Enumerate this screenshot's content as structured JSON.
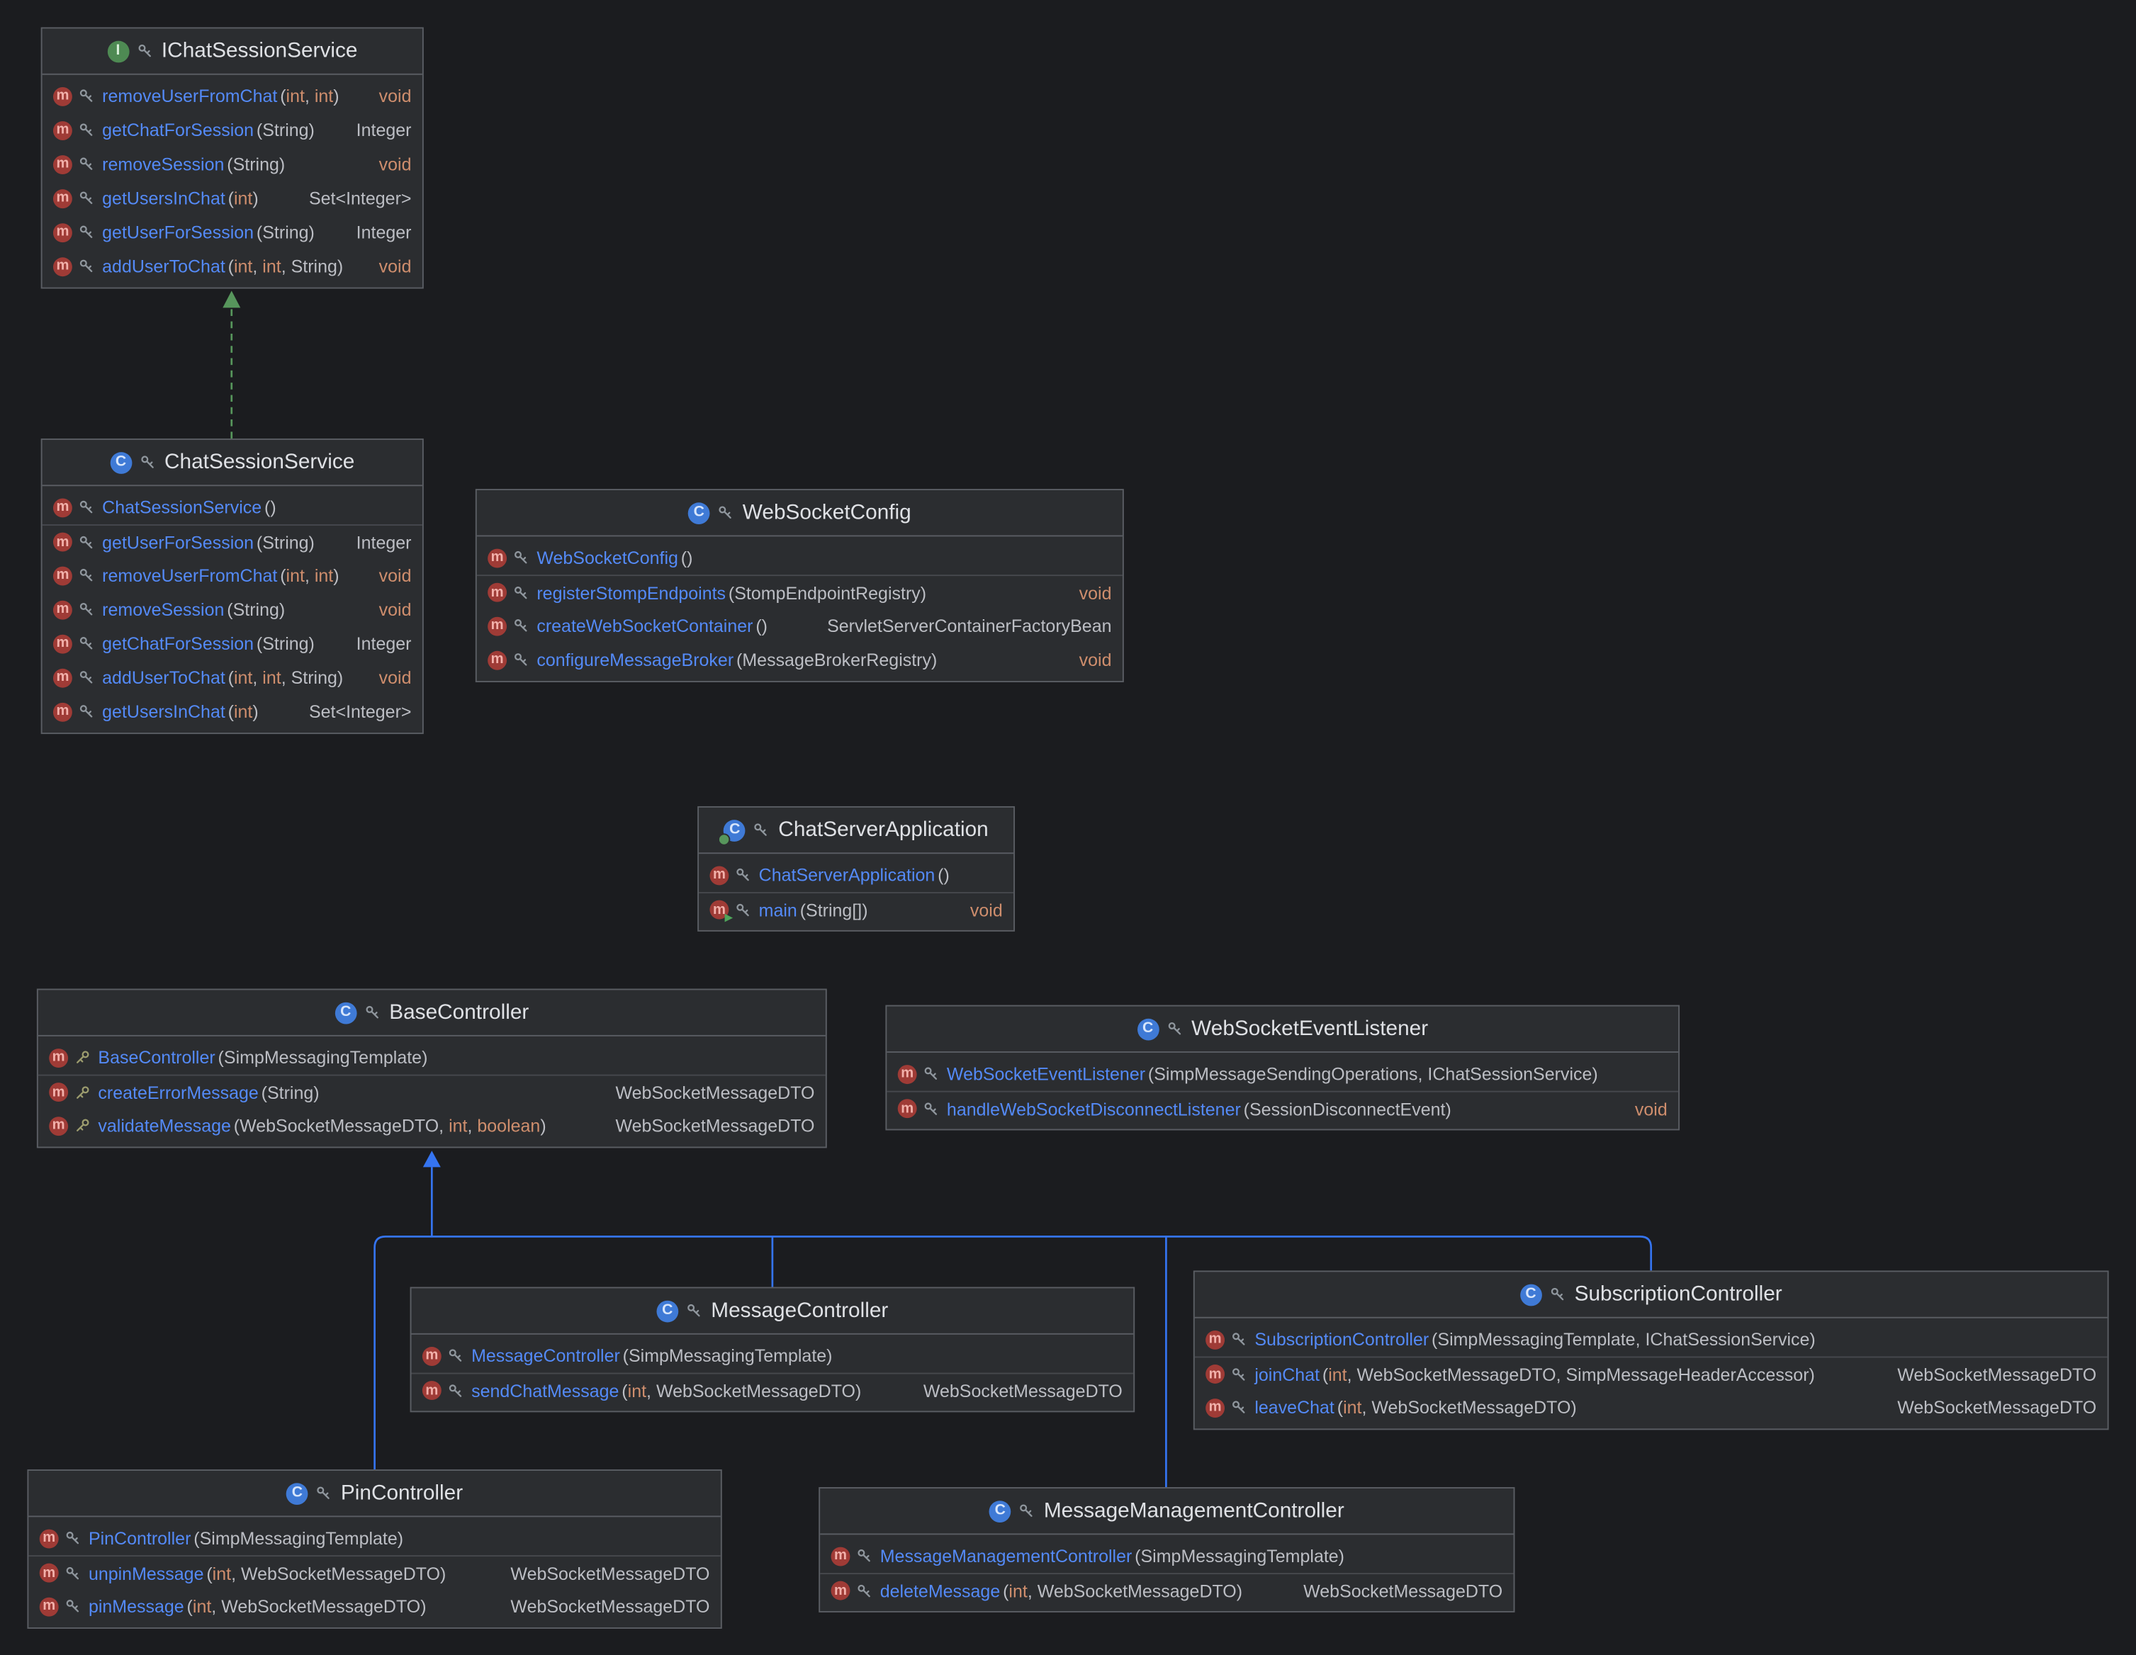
{
  "diagram": {
    "colors": {
      "background": "#1b1c1f",
      "node_bg": "#2b2d30",
      "node_border": "#5a5d63",
      "section_separator": "#46484d",
      "title_text": "#dfe1e5",
      "member_name": "#548af7",
      "keyword": "#cf8e6d",
      "type_text": "#bcbec4",
      "inheritance_edge": "#3574f0",
      "realization_edge": "#57965c"
    },
    "icons": {
      "interface_badge": "I",
      "class_badge": "C",
      "method_badge": "m"
    },
    "classes": [
      {
        "id": "IChatSessionService",
        "kind": "interface",
        "title": "IChatSessionService",
        "members": [
          {
            "name": "removeUserFromChat",
            "sig": "(int, int)",
            "ret": "void"
          },
          {
            "name": "getChatForSession",
            "sig": "(String)",
            "ret": "Integer"
          },
          {
            "name": "removeSession",
            "sig": "(String)",
            "ret": "void"
          },
          {
            "name": "getUsersInChat",
            "sig": "(int)",
            "ret": "Set<Integer>"
          },
          {
            "name": "getUserForSession",
            "sig": "(String)",
            "ret": "Integer"
          },
          {
            "name": "addUserToChat",
            "sig": "(int, int, String)",
            "ret": "void"
          }
        ]
      },
      {
        "id": "ChatSessionService",
        "kind": "class",
        "title": "ChatSessionService",
        "members": [
          {
            "ctor": true,
            "name": "ChatSessionService",
            "sig": "()"
          },
          {
            "name": "getUserForSession",
            "sig": "(String)",
            "ret": "Integer"
          },
          {
            "name": "removeUserFromChat",
            "sig": "(int, int)",
            "ret": "void"
          },
          {
            "name": "removeSession",
            "sig": "(String)",
            "ret": "void"
          },
          {
            "name": "getChatForSession",
            "sig": "(String)",
            "ret": "Integer"
          },
          {
            "name": "addUserToChat",
            "sig": "(int, int, String)",
            "ret": "void"
          },
          {
            "name": "getUsersInChat",
            "sig": "(int)",
            "ret": "Set<Integer>"
          }
        ]
      },
      {
        "id": "WebSocketConfig",
        "kind": "class",
        "title": "WebSocketConfig",
        "members": [
          {
            "ctor": true,
            "name": "WebSocketConfig",
            "sig": "()"
          },
          {
            "name": "registerStompEndpoints",
            "sig": "(StompEndpointRegistry)",
            "ret": "void"
          },
          {
            "name": "createWebSocketContainer",
            "sig": "()",
            "ret": "ServletServerContainerFactoryBean"
          },
          {
            "name": "configureMessageBroker",
            "sig": "(MessageBrokerRegistry)",
            "ret": "void"
          }
        ]
      },
      {
        "id": "ChatServerApplication",
        "kind": "boot-class",
        "title": "ChatServerApplication",
        "members": [
          {
            "ctor": true,
            "name": "ChatServerApplication",
            "sig": "()"
          },
          {
            "name": "main",
            "sig": "(String[])",
            "ret": "void",
            "main": true
          }
        ]
      },
      {
        "id": "BaseController",
        "kind": "class",
        "title": "BaseController",
        "members": [
          {
            "ctor": true,
            "name": "BaseController",
            "sig": "(SimpMessagingTemplate)",
            "vis": "protected"
          },
          {
            "name": "createErrorMessage",
            "sig": "(String)",
            "ret": "WebSocketMessageDTO",
            "vis": "protected"
          },
          {
            "name": "validateMessage",
            "sig": "(WebSocketMessageDTO, int, boolean)",
            "ret": "WebSocketMessageDTO",
            "vis": "protected"
          }
        ]
      },
      {
        "id": "WebSocketEventListener",
        "kind": "class",
        "title": "WebSocketEventListener",
        "members": [
          {
            "ctor": true,
            "name": "WebSocketEventListener",
            "sig": "(SimpMessageSendingOperations, IChatSessionService)"
          },
          {
            "name": "handleWebSocketDisconnectListener",
            "sig": "(SessionDisconnectEvent)",
            "ret": "void"
          }
        ]
      },
      {
        "id": "MessageController",
        "kind": "class",
        "title": "MessageController",
        "members": [
          {
            "ctor": true,
            "name": "MessageController",
            "sig": "(SimpMessagingTemplate)"
          },
          {
            "name": "sendChatMessage",
            "sig": "(int, WebSocketMessageDTO)",
            "ret": "WebSocketMessageDTO"
          }
        ]
      },
      {
        "id": "SubscriptionController",
        "kind": "class",
        "title": "SubscriptionController",
        "members": [
          {
            "ctor": true,
            "name": "SubscriptionController",
            "sig": "(SimpMessagingTemplate, IChatSessionService)"
          },
          {
            "name": "joinChat",
            "sig": "(int, WebSocketMessageDTO, SimpMessageHeaderAccessor)",
            "ret": "WebSocketMessageDTO"
          },
          {
            "name": "leaveChat",
            "sig": "(int, WebSocketMessageDTO)",
            "ret": "WebSocketMessageDTO"
          }
        ]
      },
      {
        "id": "PinController",
        "kind": "class",
        "title": "PinController",
        "members": [
          {
            "ctor": true,
            "name": "PinController",
            "sig": "(SimpMessagingTemplate)"
          },
          {
            "name": "unpinMessage",
            "sig": "(int, WebSocketMessageDTO)",
            "ret": "WebSocketMessageDTO"
          },
          {
            "name": "pinMessage",
            "sig": "(int, WebSocketMessageDTO)",
            "ret": "WebSocketMessageDTO"
          }
        ]
      },
      {
        "id": "MessageManagementController",
        "kind": "class",
        "title": "MessageManagementController",
        "members": [
          {
            "ctor": true,
            "name": "MessageManagementController",
            "sig": "(SimpMessagingTemplate)"
          },
          {
            "name": "deleteMessage",
            "sig": "(int, WebSocketMessageDTO)",
            "ret": "WebSocketMessageDTO"
          }
        ]
      }
    ],
    "edges": [
      {
        "type": "realization",
        "from": "ChatSessionService",
        "to": "IChatSessionService"
      },
      {
        "type": "inheritance",
        "from": "MessageController",
        "to": "BaseController"
      },
      {
        "type": "inheritance",
        "from": "SubscriptionController",
        "to": "BaseController"
      },
      {
        "type": "inheritance",
        "from": "PinController",
        "to": "BaseController"
      },
      {
        "type": "inheritance",
        "from": "MessageManagementController",
        "to": "BaseController"
      }
    ]
  }
}
